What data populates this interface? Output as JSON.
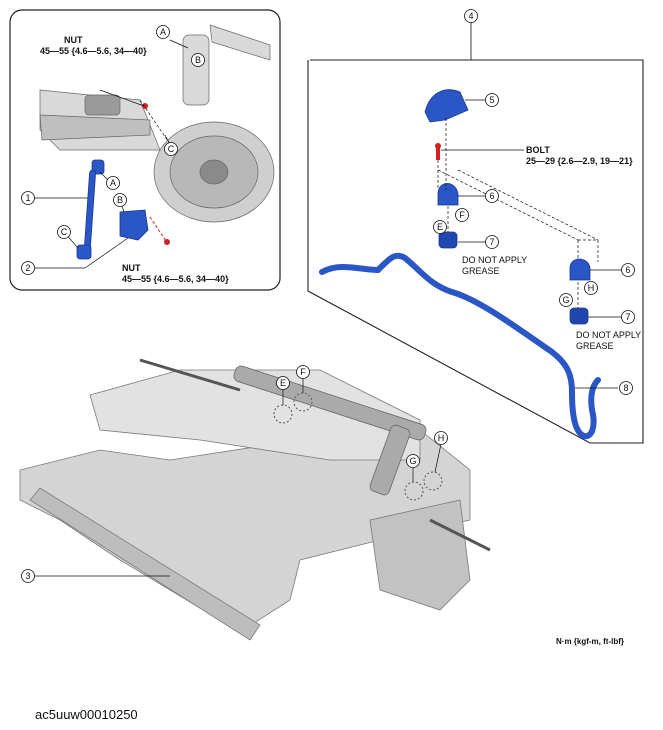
{
  "callouts": {
    "n1": "1",
    "n2": "2",
    "n3": "3",
    "n4": "4",
    "n5": "5",
    "n6": "6",
    "n7": "7",
    "n8": "8",
    "A": "A",
    "B": "B",
    "C": "C",
    "E": "E",
    "F": "F",
    "G": "G",
    "H": "H"
  },
  "labels": {
    "nut": "NUT",
    "nut_torque": "45—55 {4.6—5.6, 34—40}",
    "bolt": "BOLT",
    "bolt_torque": "25—29 {2.6—2.9, 19—21}",
    "no_grease_1": "DO NOT APPLY",
    "no_grease_2": "GREASE"
  },
  "units": "N·m {kgf-m, ft-lbf}",
  "figure_code": "ac5uuw00010250",
  "colors": {
    "part_blue": "#2a56c6",
    "part_dark": "#173a92",
    "frame_gray": "#c9c9c9",
    "bolt_red": "#d42020"
  }
}
